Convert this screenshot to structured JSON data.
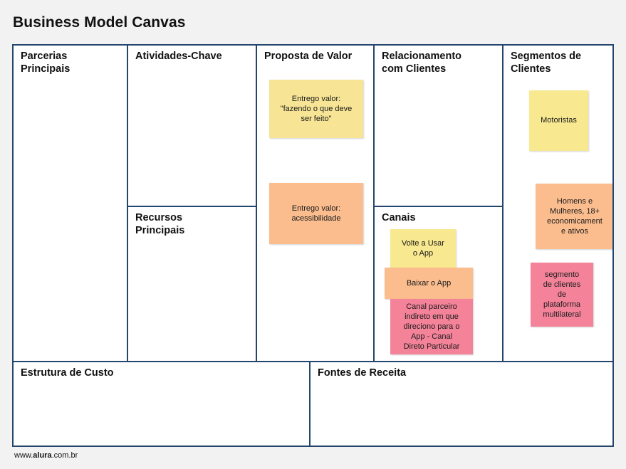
{
  "page": {
    "title": "Business Model Canvas",
    "background_color": "#f2f2f2",
    "border_color": "#23456e"
  },
  "footer": {
    "url_prefix": "www.",
    "url_brand": "alura",
    "url_suffix": ".com.br",
    "url_full": "www.alura.com.br"
  },
  "canvas": {
    "blocks": [
      {
        "key": "key_partners",
        "title": "Parcerias\nPrincipais"
      },
      {
        "key": "key_activities",
        "title": "Atividades-Chave"
      },
      {
        "key": "key_resources",
        "title": "Recursos\nPrincipais"
      },
      {
        "key": "value_prop",
        "title": "Proposta de Valor"
      },
      {
        "key": "customer_rel",
        "title": "Relacionamento\ncom Clientes"
      },
      {
        "key": "channels",
        "title": "Canais"
      },
      {
        "key": "customer_seg",
        "title": "Segmentos de\nClientes"
      },
      {
        "key": "cost_structure",
        "title": "Estrutura de Custo"
      },
      {
        "key": "revenue_streams",
        "title": "Fontes de Receita"
      }
    ]
  },
  "notes": {
    "value_prop": [
      {
        "text": "Entrego valor:\n\"fazendo o que deve\nser feito\"",
        "color": "#f7e595",
        "color_name": "yellow"
      },
      {
        "text": "Entrego valor:\nacessibilidade",
        "color": "#fbbd8e",
        "color_name": "orange"
      }
    ],
    "channels": [
      {
        "text": "Volte a Usar\no App",
        "color": "#f8e88f",
        "color_name": "yellow"
      },
      {
        "text": "Baixar o App",
        "color": "#fbbd8e",
        "color_name": "orange"
      },
      {
        "text": "Canal parceiro\nindireto em que\ndireciono para o\nApp - Canal\nDireto Particular",
        "color": "#f4839a",
        "color_name": "pink"
      }
    ],
    "customer_seg": [
      {
        "text": "Motoristas",
        "color": "#f8e88f",
        "color_name": "yellow"
      },
      {
        "text": "Homens e\nMulheres, 18+\neconomicament\ne ativos",
        "color": "#fbbd8e",
        "color_name": "orange"
      },
      {
        "text": "segmento\nde clientes\nde\nplataforma\nmultilateral",
        "color": "#f4839a",
        "color_name": "pink"
      }
    ],
    "key_partners": [],
    "key_activities": [],
    "key_resources": [],
    "customer_rel": [],
    "cost_structure": [],
    "revenue_streams": []
  }
}
